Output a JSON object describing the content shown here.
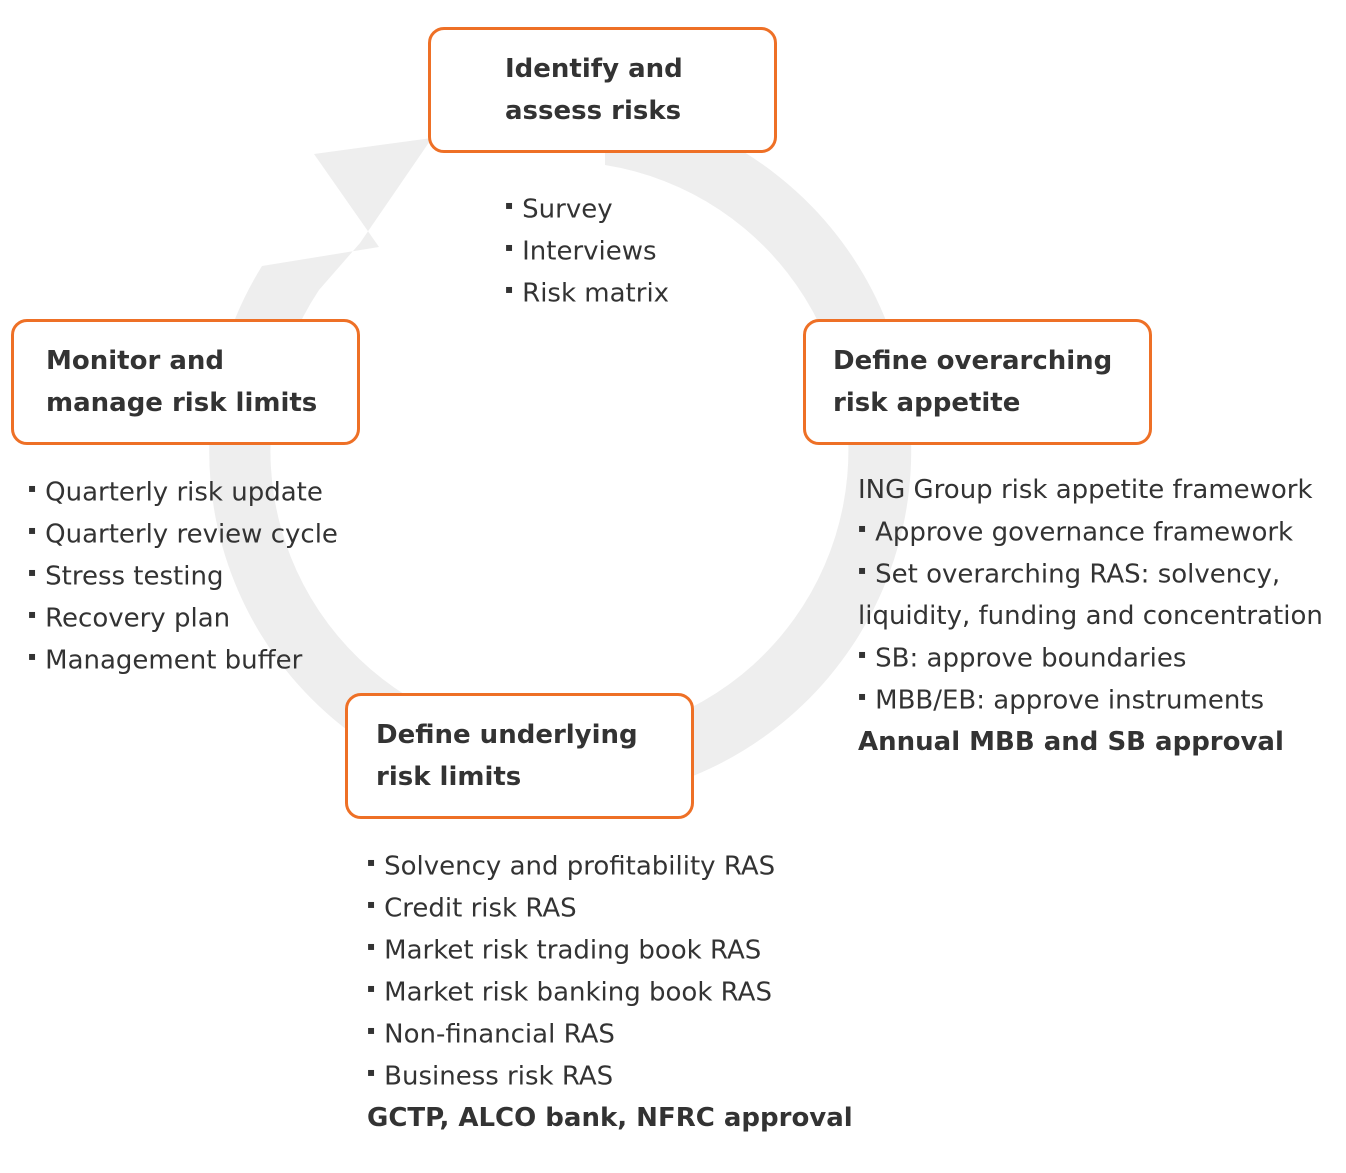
{
  "diagram": {
    "colors": {
      "box_border": "#ee7026",
      "ring": "#eeeeee",
      "text": "#333333"
    },
    "stages": {
      "identify": {
        "title": [
          "Identify and",
          "assess risks"
        ],
        "items": [
          "Survey",
          "Interviews",
          "Risk matrix"
        ]
      },
      "appetite": {
        "title": [
          "Define overarching",
          "risk appetite"
        ],
        "intro": "ING Group risk appetite framework",
        "items": [
          "Approve governance framework",
          "Set overarching RAS: solvency,",
          "SB: approve boundaries",
          "MBB/EB: approve instruments"
        ],
        "continuation": "liquidity, funding and concentration",
        "approval": "Annual MBB and SB approval"
      },
      "limits": {
        "title": [
          "Define underlying",
          "risk limits"
        ],
        "items": [
          "Solvency and profitability RAS",
          "Credit risk RAS",
          "Market risk trading book RAS",
          "Market risk banking book RAS",
          "Non-financial RAS",
          "Business risk RAS"
        ],
        "approval": "GCTP, ALCO bank, NFRC approval"
      },
      "monitor": {
        "title": [
          "Monitor and",
          "manage risk limits"
        ],
        "items": [
          "Quarterly risk update",
          "Quarterly review cycle",
          "Stress testing",
          "Recovery plan",
          "Management buffer"
        ]
      }
    }
  }
}
